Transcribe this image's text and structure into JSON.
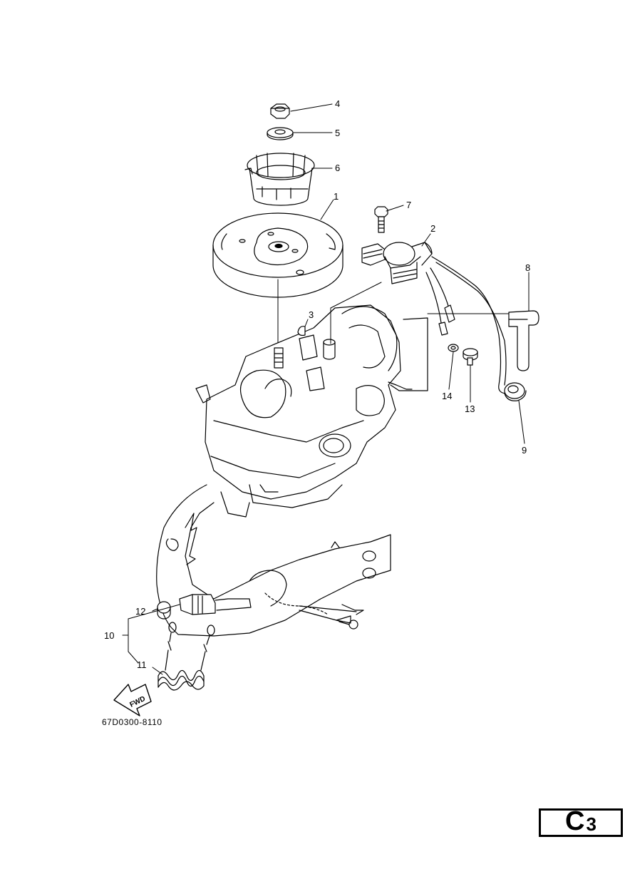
{
  "callouts": [
    {
      "id": "4",
      "text": "4"
    },
    {
      "id": "5",
      "text": "5"
    },
    {
      "id": "6",
      "text": "6"
    },
    {
      "id": "1",
      "text": "1"
    },
    {
      "id": "7",
      "text": "7"
    },
    {
      "id": "2",
      "text": "2"
    },
    {
      "id": "8",
      "text": "8"
    },
    {
      "id": "3",
      "text": "3"
    },
    {
      "id": "14",
      "text": "14"
    },
    {
      "id": "13",
      "text": "13"
    },
    {
      "id": "9",
      "text": "9"
    },
    {
      "id": "12",
      "text": "12"
    },
    {
      "id": "10",
      "text": "10"
    },
    {
      "id": "11",
      "text": "11"
    }
  ],
  "fwd_label": "FWD",
  "drawing_code": "67D0300-8110",
  "page_badge": {
    "letter": "C",
    "number": "3"
  }
}
